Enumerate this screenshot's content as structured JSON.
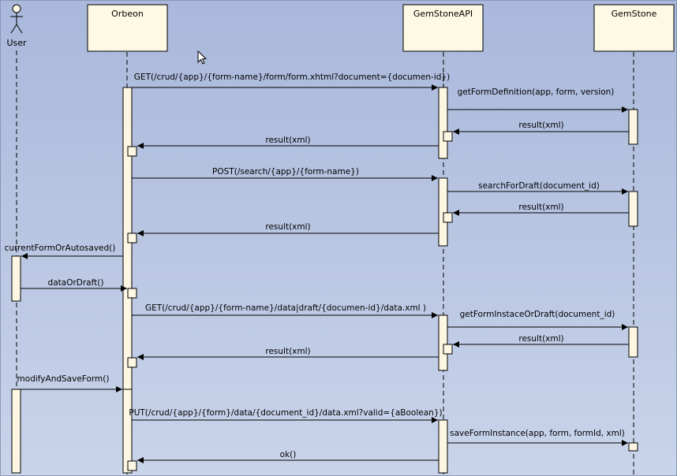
{
  "actors": [
    {
      "id": "user",
      "name": "User",
      "kind": "actor"
    },
    {
      "id": "orbeon",
      "name": "Orbeon",
      "kind": "participant"
    },
    {
      "id": "gemstoneapi",
      "name": "GemStoneAPI",
      "kind": "participant"
    },
    {
      "id": "gemstone",
      "name": "GemStone",
      "kind": "participant"
    }
  ],
  "messages": [
    {
      "id": "m1",
      "label": "GET(/crud/{app}/{form-name}/form/form.xhtml?document={documen-id})",
      "from": "orbeon",
      "to": "gemstoneapi",
      "kind": "call"
    },
    {
      "id": "m2",
      "label": "getFormDefinition(app, form, version)",
      "from": "gemstoneapi",
      "to": "gemstone",
      "kind": "call"
    },
    {
      "id": "m3",
      "label": "result(xml)",
      "from": "gemstone",
      "to": "gemstoneapi",
      "kind": "return"
    },
    {
      "id": "m4",
      "label": "result(xml)",
      "from": "gemstoneapi",
      "to": "orbeon",
      "kind": "return"
    },
    {
      "id": "m5",
      "label": "POST(/search/{app}/{form-name})",
      "from": "orbeon",
      "to": "gemstoneapi",
      "kind": "call"
    },
    {
      "id": "m6",
      "label": "searchForDraft(document_id)",
      "from": "gemstoneapi",
      "to": "gemstone",
      "kind": "call"
    },
    {
      "id": "m7",
      "label": "result(xml)",
      "from": "gemstone",
      "to": "gemstoneapi",
      "kind": "return"
    },
    {
      "id": "m8",
      "label": "result(xml)",
      "from": "gemstoneapi",
      "to": "orbeon",
      "kind": "return"
    },
    {
      "id": "m9",
      "label": "currentFormOrAutosaved()",
      "from": "orbeon",
      "to": "user",
      "kind": "call"
    },
    {
      "id": "m10",
      "label": "dataOrDraft()",
      "from": "user",
      "to": "orbeon",
      "kind": "call"
    },
    {
      "id": "m11",
      "label": "GET(/crud/{app}/{form-name}/data|draft/{documen-id}/data.xml )",
      "from": "orbeon",
      "to": "gemstoneapi",
      "kind": "call"
    },
    {
      "id": "m12",
      "label": "getFormInstaceOrDraft(document_id)",
      "from": "gemstoneapi",
      "to": "gemstone",
      "kind": "call"
    },
    {
      "id": "m13",
      "label": "result(xml)",
      "from": "gemstone",
      "to": "gemstoneapi",
      "kind": "return"
    },
    {
      "id": "m14",
      "label": "result(xml)",
      "from": "gemstoneapi",
      "to": "orbeon",
      "kind": "return"
    },
    {
      "id": "m15",
      "label": "modifyAndSaveForm()",
      "from": "user",
      "to": "orbeon",
      "kind": "call"
    },
    {
      "id": "m16",
      "label": "PUT(/crud/{app}/{form}/data/{document_id}/data.xml?valid={aBoolean})",
      "from": "orbeon",
      "to": "gemstoneapi",
      "kind": "call"
    },
    {
      "id": "m17",
      "label": "saveFormInstance(app, form, formId, xml)",
      "from": "gemstoneapi",
      "to": "gemstone",
      "kind": "call"
    },
    {
      "id": "m18",
      "label": "ok()",
      "from": "gemstoneapi",
      "to": "orbeon",
      "kind": "return"
    }
  ],
  "colors": {
    "background_top": "#a9b8db",
    "background_bottom": "#c6d2e8",
    "participant_fill": "#fdf9e4",
    "activation_fill": "#fdf6e3",
    "line": "#000000"
  },
  "icons": {
    "cursor": "mouse-pointer-icon",
    "actor": "stick-figure-icon"
  }
}
